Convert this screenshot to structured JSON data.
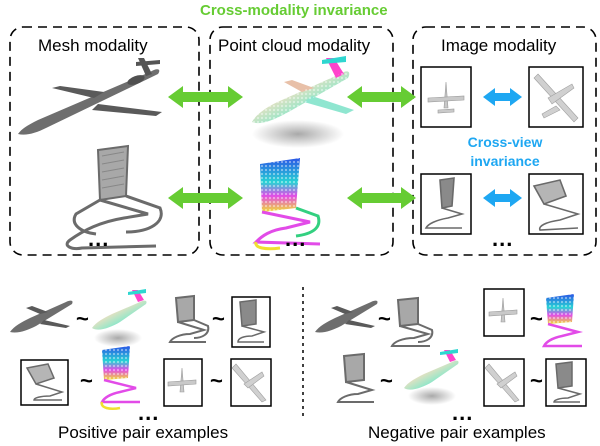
{
  "top": {
    "title": "Cross-modality invariance",
    "modalities": [
      "Mesh modality",
      "Point cloud modality",
      "Image modality"
    ],
    "cross_view_title": "Cross-view invariance",
    "ellipsis": "..."
  },
  "bottom": {
    "positive_caption": "Positive pair examples",
    "negative_caption": "Negative pair examples",
    "tilde": "~",
    "ellipsis": "..."
  },
  "colors": {
    "cross_modality_arrow": "#66cc33",
    "cross_view_arrow": "#1ea7f2",
    "mesh_gray": "#6e6e6e",
    "dashed_border": "#000000"
  }
}
